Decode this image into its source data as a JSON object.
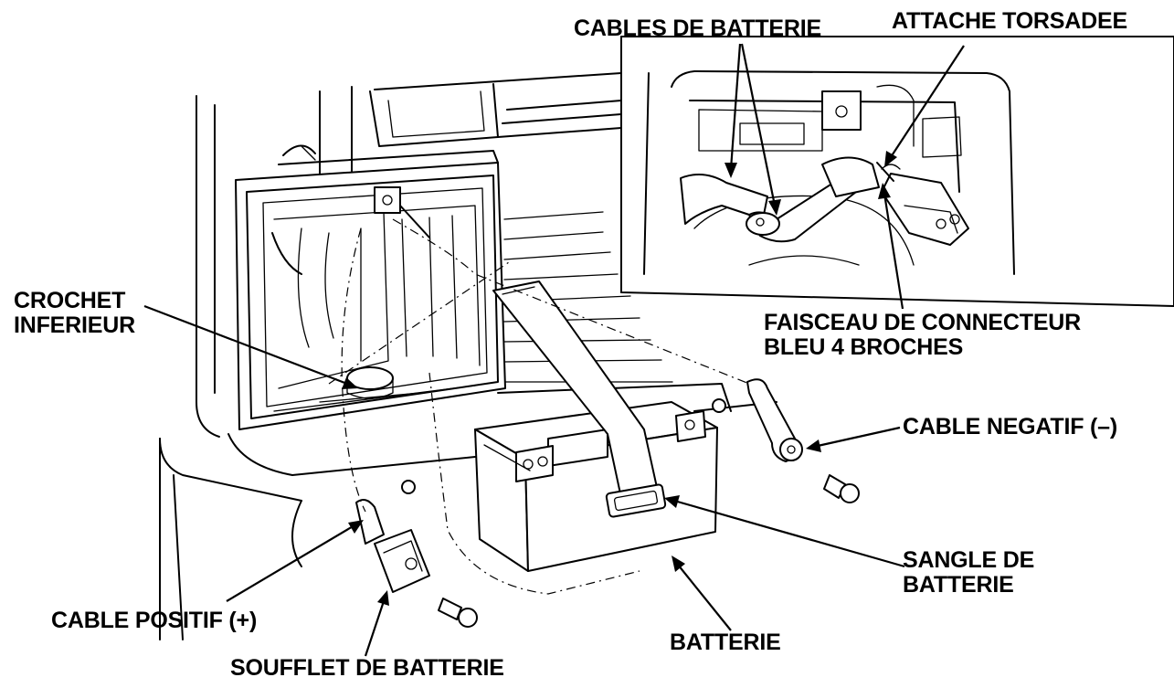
{
  "labels": {
    "battery_cables": "CABLES DE BATTERIE",
    "twisted_tie": "ATTACHE TORSADEE",
    "lower_hook_line1": "CROCHET",
    "lower_hook_line2": "INFERIEUR",
    "harness_line1": "FAISCEAU DE CONNECTEUR",
    "harness_line2": "BLEU 4 BROCHES",
    "negative_cable": "CABLE NEGATIF (–)",
    "battery_strap_line1": "SANGLE DE",
    "battery_strap_line2": "BATTERIE",
    "positive_cable": "CABLE POSITIF (+)",
    "battery": "BATTERIE",
    "battery_boot": "SOUFFLET DE BATTERIE"
  }
}
